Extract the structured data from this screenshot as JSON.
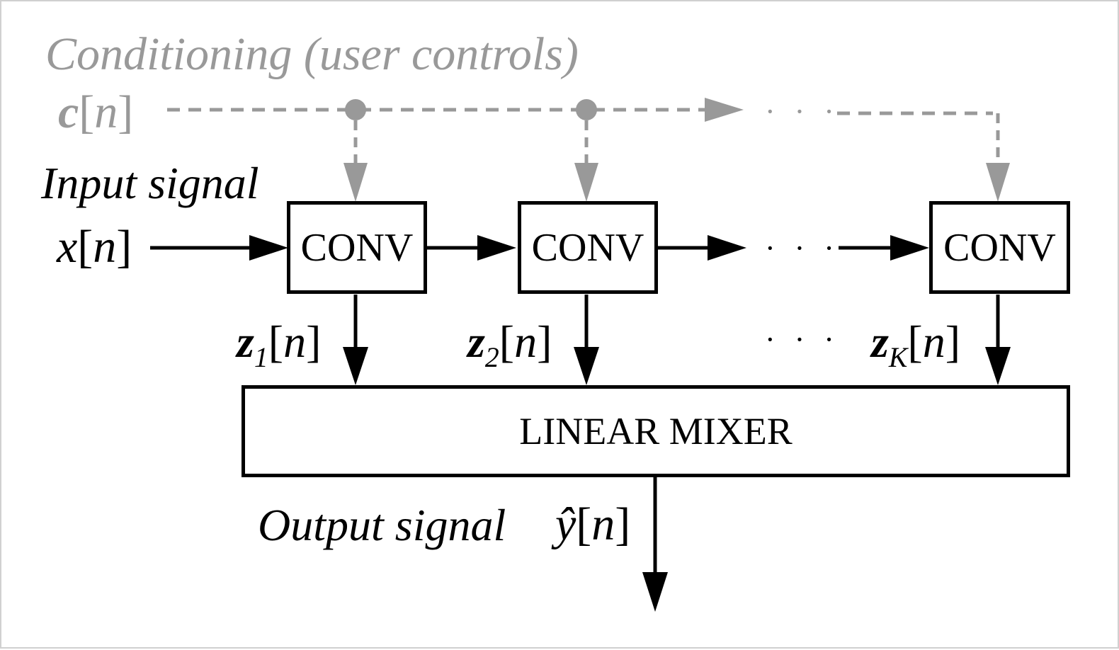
{
  "conditioning": {
    "title": "Conditioning (user controls)",
    "signal_name": "c",
    "signal_index": "n"
  },
  "input": {
    "label": "Input signal",
    "signal_name": "x",
    "signal_index": "n"
  },
  "blocks": {
    "conv_label": "CONV",
    "mixer_label": "LINEAR MIXER"
  },
  "outputs": [
    {
      "name": "z",
      "sub": "1",
      "index": "n"
    },
    {
      "name": "z",
      "sub": "2",
      "index": "n"
    },
    {
      "name": "z",
      "sub": "K",
      "index": "n"
    }
  ],
  "ellipsis": "· · ·",
  "output": {
    "label": "Output signal",
    "signal_name": "ŷ",
    "signal_index": "n"
  },
  "colors": {
    "main": "#000000",
    "conditioning": "#999999"
  }
}
